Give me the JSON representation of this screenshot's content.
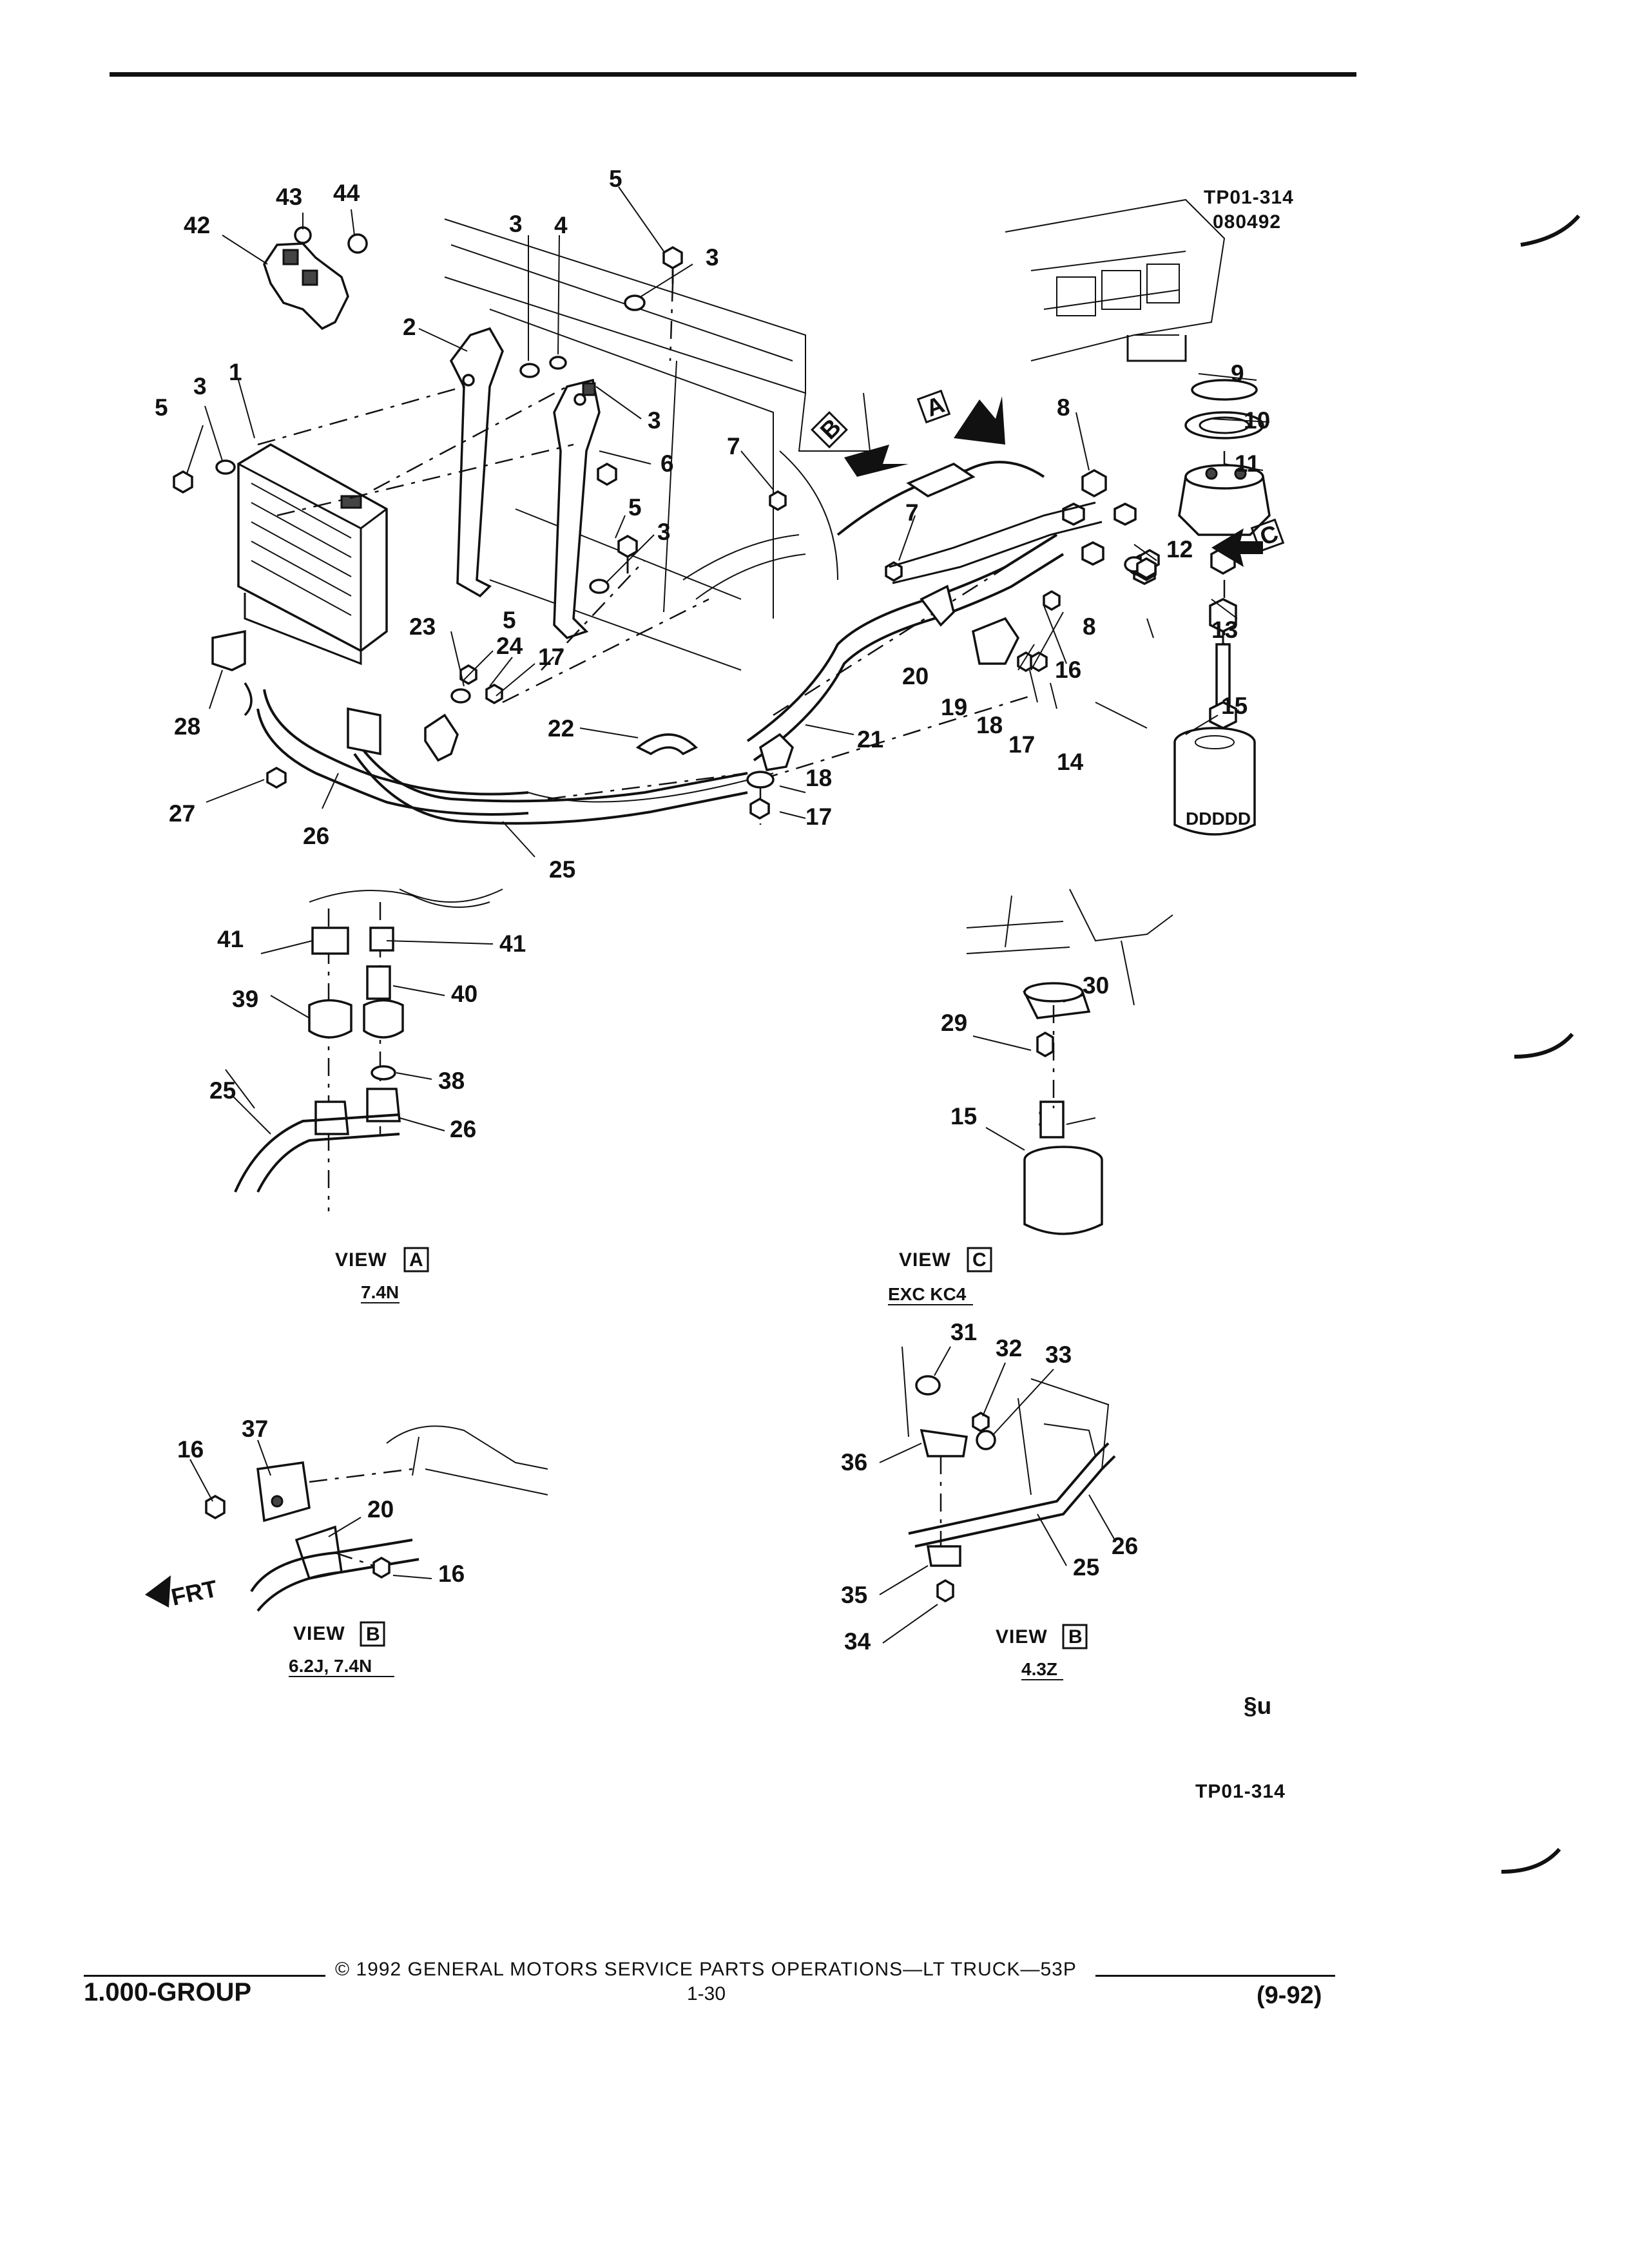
{
  "header": {
    "ref_code": "TP01-314",
    "date_code": "080492"
  },
  "callouts": [
    {
      "id": "c1",
      "text": "1"
    },
    {
      "id": "c2",
      "text": "2"
    },
    {
      "id": "c3a",
      "text": "3"
    },
    {
      "id": "c3b",
      "text": "3"
    },
    {
      "id": "c3c",
      "text": "3"
    },
    {
      "id": "c3d",
      "text": "3"
    },
    {
      "id": "c3e",
      "text": "3"
    },
    {
      "id": "c4",
      "text": "4"
    },
    {
      "id": "c5a",
      "text": "5"
    },
    {
      "id": "c5b",
      "text": "5"
    },
    {
      "id": "c5c",
      "text": "5"
    },
    {
      "id": "c5d",
      "text": "5"
    },
    {
      "id": "c6",
      "text": "6"
    },
    {
      "id": "c7a",
      "text": "7"
    },
    {
      "id": "c7b",
      "text": "7"
    },
    {
      "id": "c8a",
      "text": "8"
    },
    {
      "id": "c8b",
      "text": "8"
    },
    {
      "id": "c9",
      "text": "9"
    },
    {
      "id": "c10",
      "text": "10"
    },
    {
      "id": "c11",
      "text": "11"
    },
    {
      "id": "c12",
      "text": "12"
    },
    {
      "id": "c13a",
      "text": "13"
    },
    {
      "id": "c13b",
      "text": "13"
    },
    {
      "id": "c14",
      "text": "14"
    },
    {
      "id": "c15a",
      "text": "15"
    },
    {
      "id": "c15b",
      "text": "15"
    },
    {
      "id": "c16a",
      "text": "16"
    },
    {
      "id": "c16b",
      "text": "16"
    },
    {
      "id": "c16c",
      "text": "16"
    },
    {
      "id": "c17a",
      "text": "17"
    },
    {
      "id": "c17b",
      "text": "17"
    },
    {
      "id": "c17c",
      "text": "17"
    },
    {
      "id": "c18a",
      "text": "18"
    },
    {
      "id": "c18b",
      "text": "18"
    },
    {
      "id": "c19",
      "text": "19"
    },
    {
      "id": "c20a",
      "text": "20"
    },
    {
      "id": "c20b",
      "text": "20"
    },
    {
      "id": "c21",
      "text": "21"
    },
    {
      "id": "c22",
      "text": "22"
    },
    {
      "id": "c23",
      "text": "23"
    },
    {
      "id": "c24",
      "text": "24"
    },
    {
      "id": "c25a",
      "text": "25"
    },
    {
      "id": "c25b",
      "text": "25"
    },
    {
      "id": "c25c",
      "text": "25"
    },
    {
      "id": "c26a",
      "text": "26"
    },
    {
      "id": "c26b",
      "text": "26"
    },
    {
      "id": "c26c",
      "text": "26"
    },
    {
      "id": "c27",
      "text": "27"
    },
    {
      "id": "c28",
      "text": "28"
    },
    {
      "id": "c29",
      "text": "29"
    },
    {
      "id": "c30",
      "text": "30"
    },
    {
      "id": "c31",
      "text": "31"
    },
    {
      "id": "c32",
      "text": "32"
    },
    {
      "id": "c33",
      "text": "33"
    },
    {
      "id": "c34",
      "text": "34"
    },
    {
      "id": "c35",
      "text": "35"
    },
    {
      "id": "c36",
      "text": "36"
    },
    {
      "id": "c37",
      "text": "37"
    },
    {
      "id": "c38",
      "text": "38"
    },
    {
      "id": "c39",
      "text": "39"
    },
    {
      "id": "c40",
      "text": "40"
    },
    {
      "id": "c41a",
      "text": "41"
    },
    {
      "id": "c41b",
      "text": "41"
    },
    {
      "id": "c42",
      "text": "42"
    },
    {
      "id": "c43",
      "text": "43"
    },
    {
      "id": "c44",
      "text": "44"
    }
  ],
  "view_markers": {
    "a": "A",
    "b": "B",
    "c": "C"
  },
  "views": {
    "a": {
      "label": "VIEW",
      "letter": "A",
      "subtitle": "7.4N"
    },
    "c": {
      "label": "VIEW",
      "letter": "C",
      "subtitle": "EXC KC4"
    },
    "b1": {
      "label": "VIEW",
      "letter": "B",
      "subtitle": "6.2J, 7.4N"
    },
    "b2": {
      "label": "VIEW",
      "letter": "B",
      "subtitle": "4.3Z"
    }
  },
  "front_marker": "FRT",
  "filter_text": "DDDDD",
  "brand_mark": "§u",
  "figure_ref": "TP01-314",
  "footer": {
    "group": "1.000-GROUP",
    "copyright": "© 1992 GENERAL MOTORS SERVICE PARTS OPERATIONS—LT TRUCK—53P",
    "page_number": "1-30",
    "revision": "(9-92)"
  }
}
